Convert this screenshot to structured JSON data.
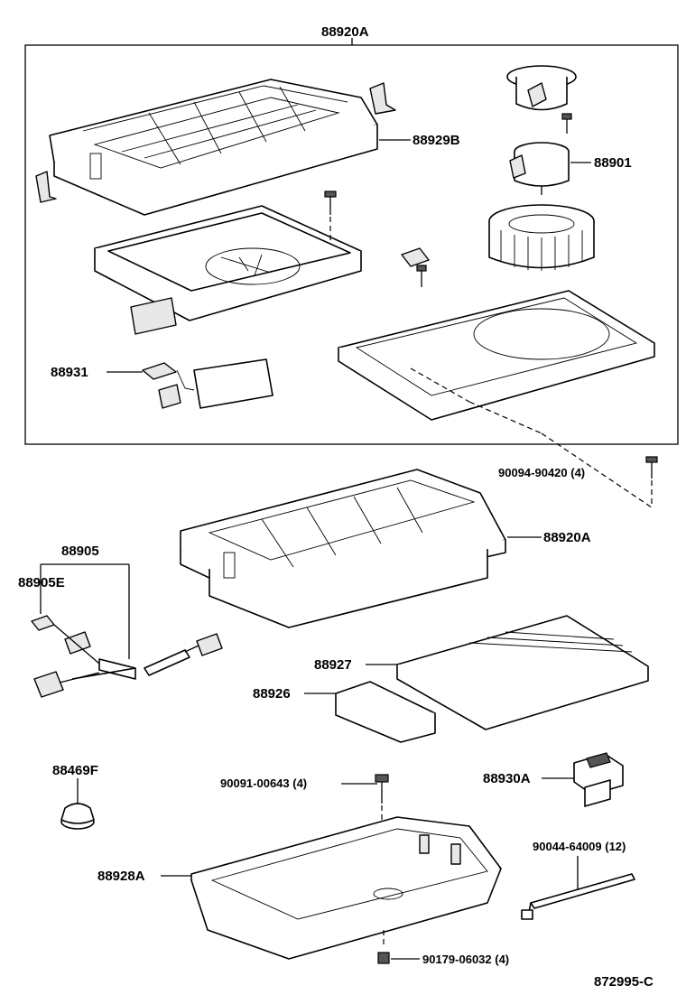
{
  "diagram": {
    "labels": {
      "top_assembly": "88920A",
      "cover": "88929B",
      "motor": "88901",
      "switch_bracket": "88931",
      "screw_a": "90094-90420 (4)",
      "lower_assembly": "88920A",
      "harness": "88905",
      "harness_connector": "88905E",
      "filter_large": "88927",
      "filter_small": "88926",
      "grommet": "88469F",
      "screw_b": "90091-00643 (4)",
      "switch": "88930A",
      "tray": "88928A",
      "clamp": "90044-64009 (12)",
      "nut": "90179-06032 (4)",
      "drawing_number": "872995-C"
    }
  }
}
